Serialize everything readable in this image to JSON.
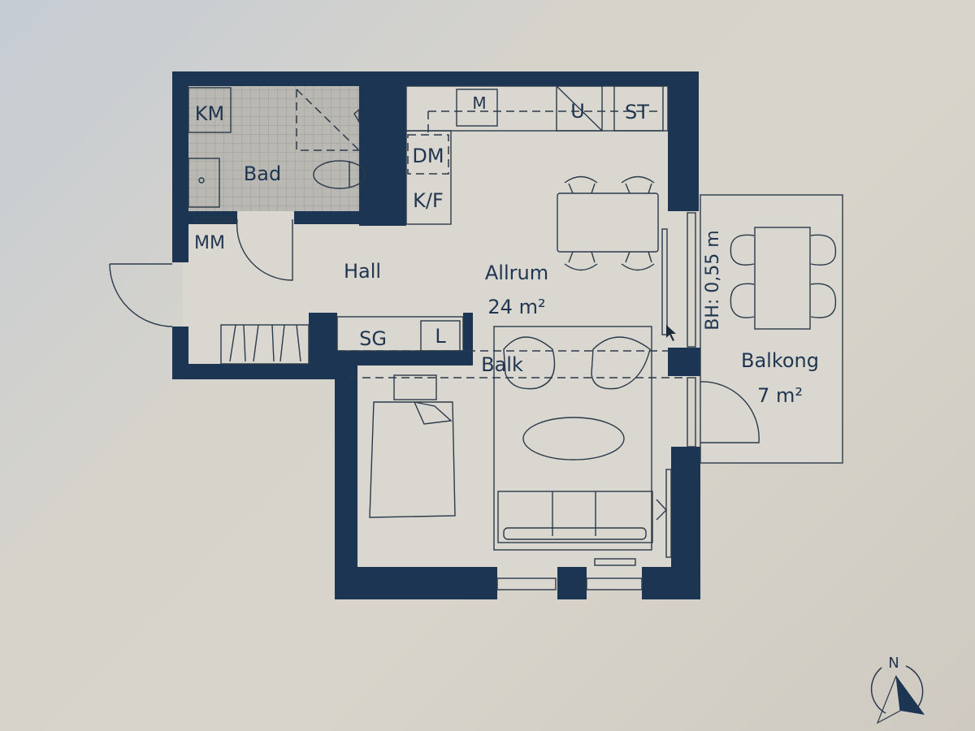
{
  "plan": {
    "rooms": {
      "bad": "Bad",
      "hall": "Hall",
      "allrum": "Allrum",
      "allrum_area": "24 m²",
      "balkong": "Balkong",
      "balkong_area": "7 m²"
    },
    "fixtures": {
      "km": "KM",
      "mm": "MM",
      "dm": "DM",
      "kf": "K/F",
      "m": "M",
      "u": "U",
      "st": "ST",
      "sg": "SG",
      "l": "L",
      "balk": "Balk"
    },
    "annotations": {
      "railing_height": "BH: 0,55 m"
    },
    "compass": {
      "label": "N"
    },
    "colors": {
      "wall": "#1b3553",
      "line": "#2a3a4a",
      "floor": "#d9d7cf"
    }
  }
}
